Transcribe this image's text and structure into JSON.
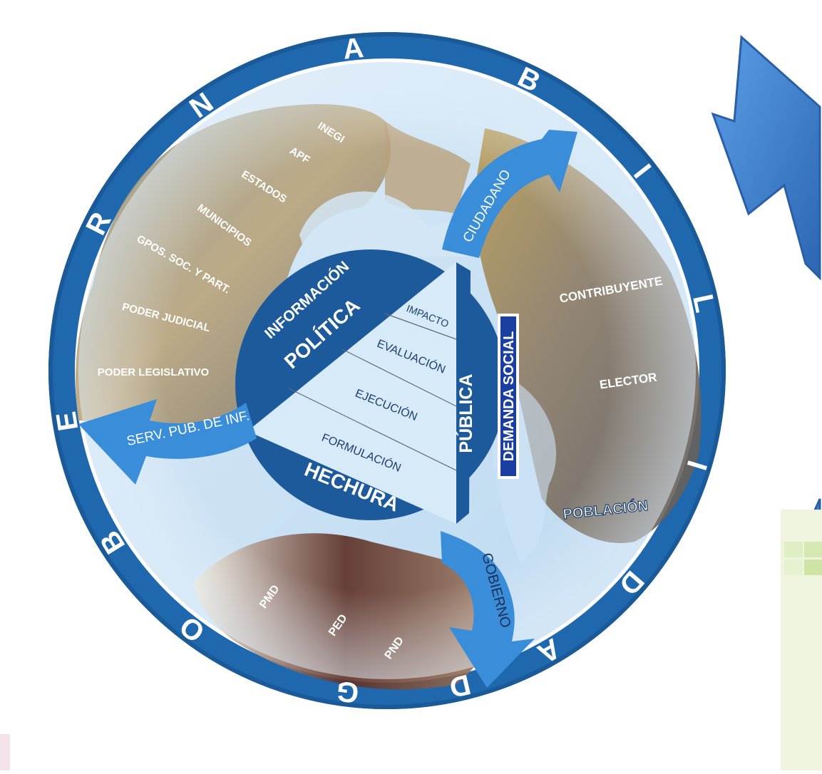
{
  "ring_letters": [
    "G",
    "O",
    "B",
    "E",
    "R",
    "N",
    "A",
    "B",
    "I",
    "L",
    "I",
    "D",
    "A",
    "D"
  ],
  "center": {
    "left_labels": [
      "INFORMACIÓN",
      "POLÍTICA"
    ],
    "right_label": "PÚBLICA",
    "bottom_label": "HECHURA",
    "demand_label": "DEMANDA SOCIAL",
    "stages": [
      "IMPACTO",
      "EVALUACIÓN",
      "EJECUCIÓN",
      "FORMULACIÓN"
    ]
  },
  "arrows": {
    "ciudadano": "CIUDADANO",
    "gobierno": "GOBIERNO",
    "serv_pub": "SERV. PUB. DE INF."
  },
  "info_sources": [
    "INEGI",
    "APF",
    "ESTADOS",
    "MUNICIPIOS",
    "GPOS. SOC. Y PART.",
    "PODER JUDICIAL",
    "PODER LEGISLATIVO"
  ],
  "citizen_roles": [
    "CONTRIBUYENTE",
    "ELECTOR",
    "POBLACIÓN"
  ],
  "plans": [
    "PMD",
    "PED",
    "PND"
  ],
  "colors": {
    "ring": "#1f68ae",
    "ring_inner": "#cde3f5",
    "core": "#1d5a9c",
    "triangle": "#d6eaf8",
    "arrow": "#3a8dd9",
    "side_arrow": "#3f7ecb"
  }
}
